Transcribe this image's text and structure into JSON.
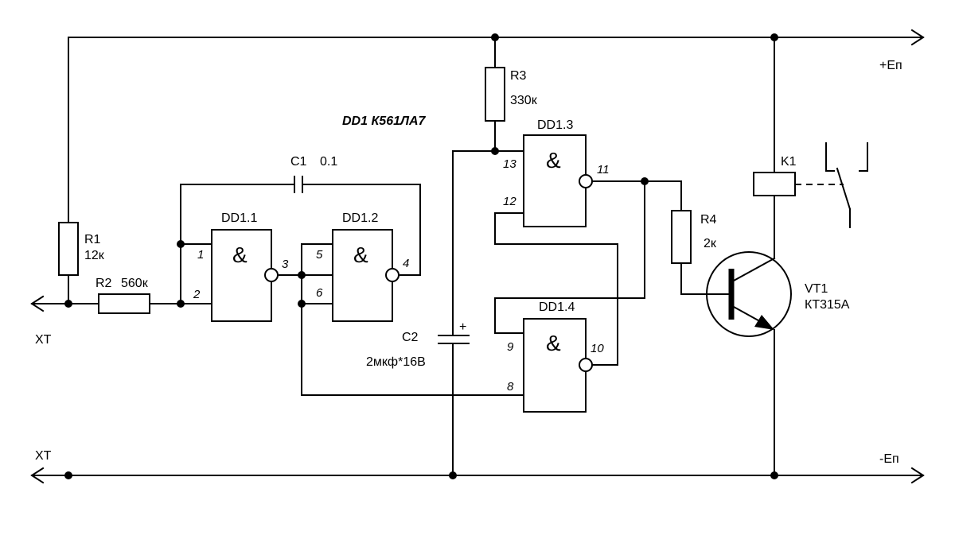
{
  "title": "DD1 К561ЛА7",
  "rails": {
    "plus": "+Еп",
    "minus": "-Еп",
    "xt_top": "XT",
    "xt_bottom": "XT"
  },
  "resistors": {
    "r1": {
      "name": "R1",
      "value": "12к"
    },
    "r2": {
      "name": "R2",
      "value": "560к"
    },
    "r3": {
      "name": "R3",
      "value": "330к"
    },
    "r4": {
      "name": "R4",
      "value": "2к"
    }
  },
  "capacitors": {
    "c1": {
      "name": "C1",
      "value": "0.1"
    },
    "c2": {
      "name": "C2",
      "value": "2мкф*16В",
      "polarity": "+"
    }
  },
  "gates": {
    "dd11": {
      "name": "DD1.1",
      "symbol": "&",
      "pins": [
        "1",
        "2",
        "3"
      ]
    },
    "dd12": {
      "name": "DD1.2",
      "symbol": "&",
      "pins": [
        "5",
        "6",
        "4"
      ]
    },
    "dd13": {
      "name": "DD1.3",
      "symbol": "&",
      "pins": [
        "13",
        "12",
        "11"
      ]
    },
    "dd14": {
      "name": "DD1.4",
      "symbol": "&",
      "pins": [
        "9",
        "8",
        "10"
      ]
    }
  },
  "transistor": {
    "name": "VT1",
    "type": "КТ315А"
  },
  "relay": {
    "name": "K1"
  }
}
